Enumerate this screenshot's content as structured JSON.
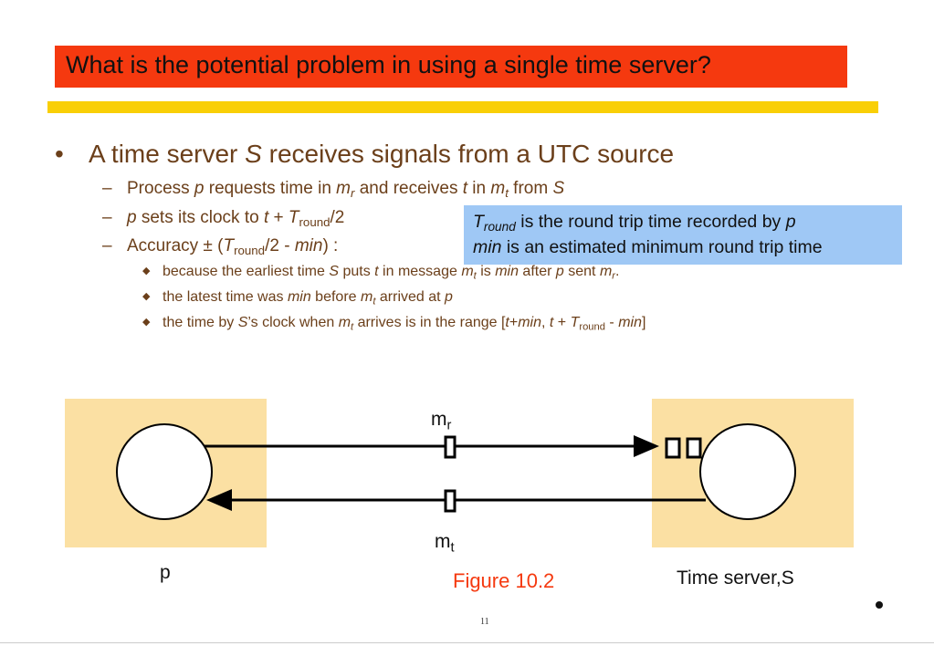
{
  "slide": {
    "title": "What is the potential problem in using a single time server?",
    "page_number": "11"
  },
  "bullets": {
    "main": {
      "marker": "•",
      "t1": "A time server ",
      "s": "S",
      "t2": " receives signals from a UTC source"
    },
    "sub1": {
      "marker": "–",
      "t1": "Process ",
      "p": "p",
      "t2": " requests time in ",
      "m": "m",
      "r": "r",
      "t3": " and receives ",
      "t": "t",
      "t4": " in ",
      "m2": "m",
      "sub_t": "t",
      "t5": " from ",
      "s": "S"
    },
    "sub2": {
      "marker": "–",
      "p": "p",
      "t1": " sets its clock to ",
      "t": "t",
      "t2": " + ",
      "T": "T",
      "round": "round",
      "t3": "/2"
    },
    "sub3": {
      "marker": "–",
      "t1": "Accuracy ± (",
      "T": "T",
      "round": "round",
      "t2": "/2 - ",
      "min": "min",
      "t3": ") :"
    },
    "detail1": {
      "marker": "◆",
      "t1": "because the earliest time ",
      "s": "S",
      "t2": " puts ",
      "t": "t",
      "t3": " in message ",
      "m": "m",
      "sub_t": "t",
      "t4": "  is ",
      "min": "min",
      "t5": " after ",
      "p": "p",
      "t6": " sent ",
      "m2": "m",
      "r": "r",
      "t7": "."
    },
    "detail2": {
      "marker": "◆",
      "t1": "the latest time was ",
      "min": "min",
      "t2": " before ",
      "m": "m",
      "sub_t": "t",
      "t3": " arrived at ",
      "p": "p"
    },
    "detail3": {
      "marker": "◆",
      "t1": "the time by ",
      "s": "S",
      "t2": "’s clock when ",
      "m": "m",
      "sub_t": "t",
      "t3": " arrives is in the range [",
      "t": "t",
      "t4": "+",
      "min1": "min",
      "t5": ", ",
      "t6": "t",
      "t7": " + ",
      "T": "T",
      "round": "round",
      "t8": " - ",
      "min2": "min",
      "t9": "]"
    }
  },
  "note": {
    "T": "T",
    "round": "round",
    "line1": " is the round trip time recorded by ",
    "p": "p",
    "min": "min",
    "line2": " is an estimated minimum round trip time"
  },
  "diagram": {
    "label_mr_m": "m",
    "label_mr_r": "r",
    "label_mt_m": "m",
    "label_mt_t": "t",
    "label_p": "p",
    "label_server": "Time server,S",
    "caption": "Figure 10.2"
  },
  "colors": {
    "title_bg": "#f5390f",
    "rule": "#f9cf06",
    "bullet_text": "#6b3f1a",
    "note_bg": "#9fc8f5",
    "node_bg": "#fbe0a3",
    "caption": "#f5390f"
  }
}
